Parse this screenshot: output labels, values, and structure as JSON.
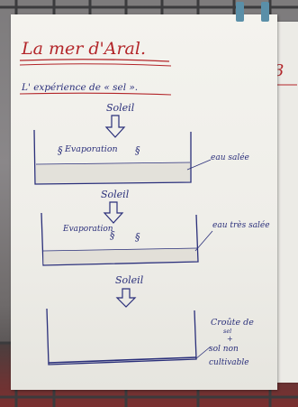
{
  "sheet": {
    "title": "La mer d'Aral.",
    "subtitle": "L' expérience de « sel ».",
    "side_sheet_mark": "3"
  },
  "step1": {
    "sun_label": "Soleil",
    "evaporation_label": "Evaporation",
    "annotation": "eau salée"
  },
  "step2": {
    "sun_label": "Soleil",
    "evaporation_label": "Evaporation",
    "annotation": "eau très salée"
  },
  "step3": {
    "sun_label": "Soleil",
    "annotation_line1": "Croûte de",
    "annotation_line2": "sel",
    "annotation_line3": "+",
    "annotation_line4": "sol non",
    "annotation_line5": "cultivable"
  },
  "colors": {
    "ink": "#2a2f7a",
    "title_ink": "#b3262a",
    "paper": "#f1f0eb"
  }
}
